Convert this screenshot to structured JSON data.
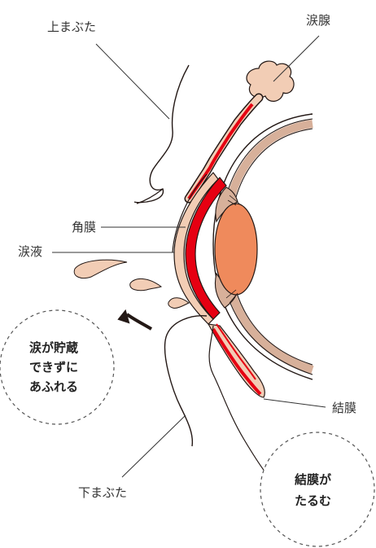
{
  "labels": {
    "upper_eyelid": "上まぶた",
    "lacrimal_gland": "涙腺",
    "cornea": "角膜",
    "tear_fluid": "涙液",
    "conjunctiva": "結膜",
    "lower_eyelid": "下まぶた"
  },
  "bubbles": {
    "tear_overflow": [
      "涙が貯蔵",
      "できずに",
      "あふれる"
    ],
    "conjunctiva_sag": [
      "結膜が",
      "たるむ"
    ]
  },
  "colors": {
    "outline": "#231815",
    "skin": "#f2cdb5",
    "red": "#e60012",
    "lens": "#ef8a5c",
    "eyeball_band": "#d7b09a",
    "bubble_border": "#555555"
  },
  "icons": {
    "arrow": "curved-arrow-icon"
  }
}
